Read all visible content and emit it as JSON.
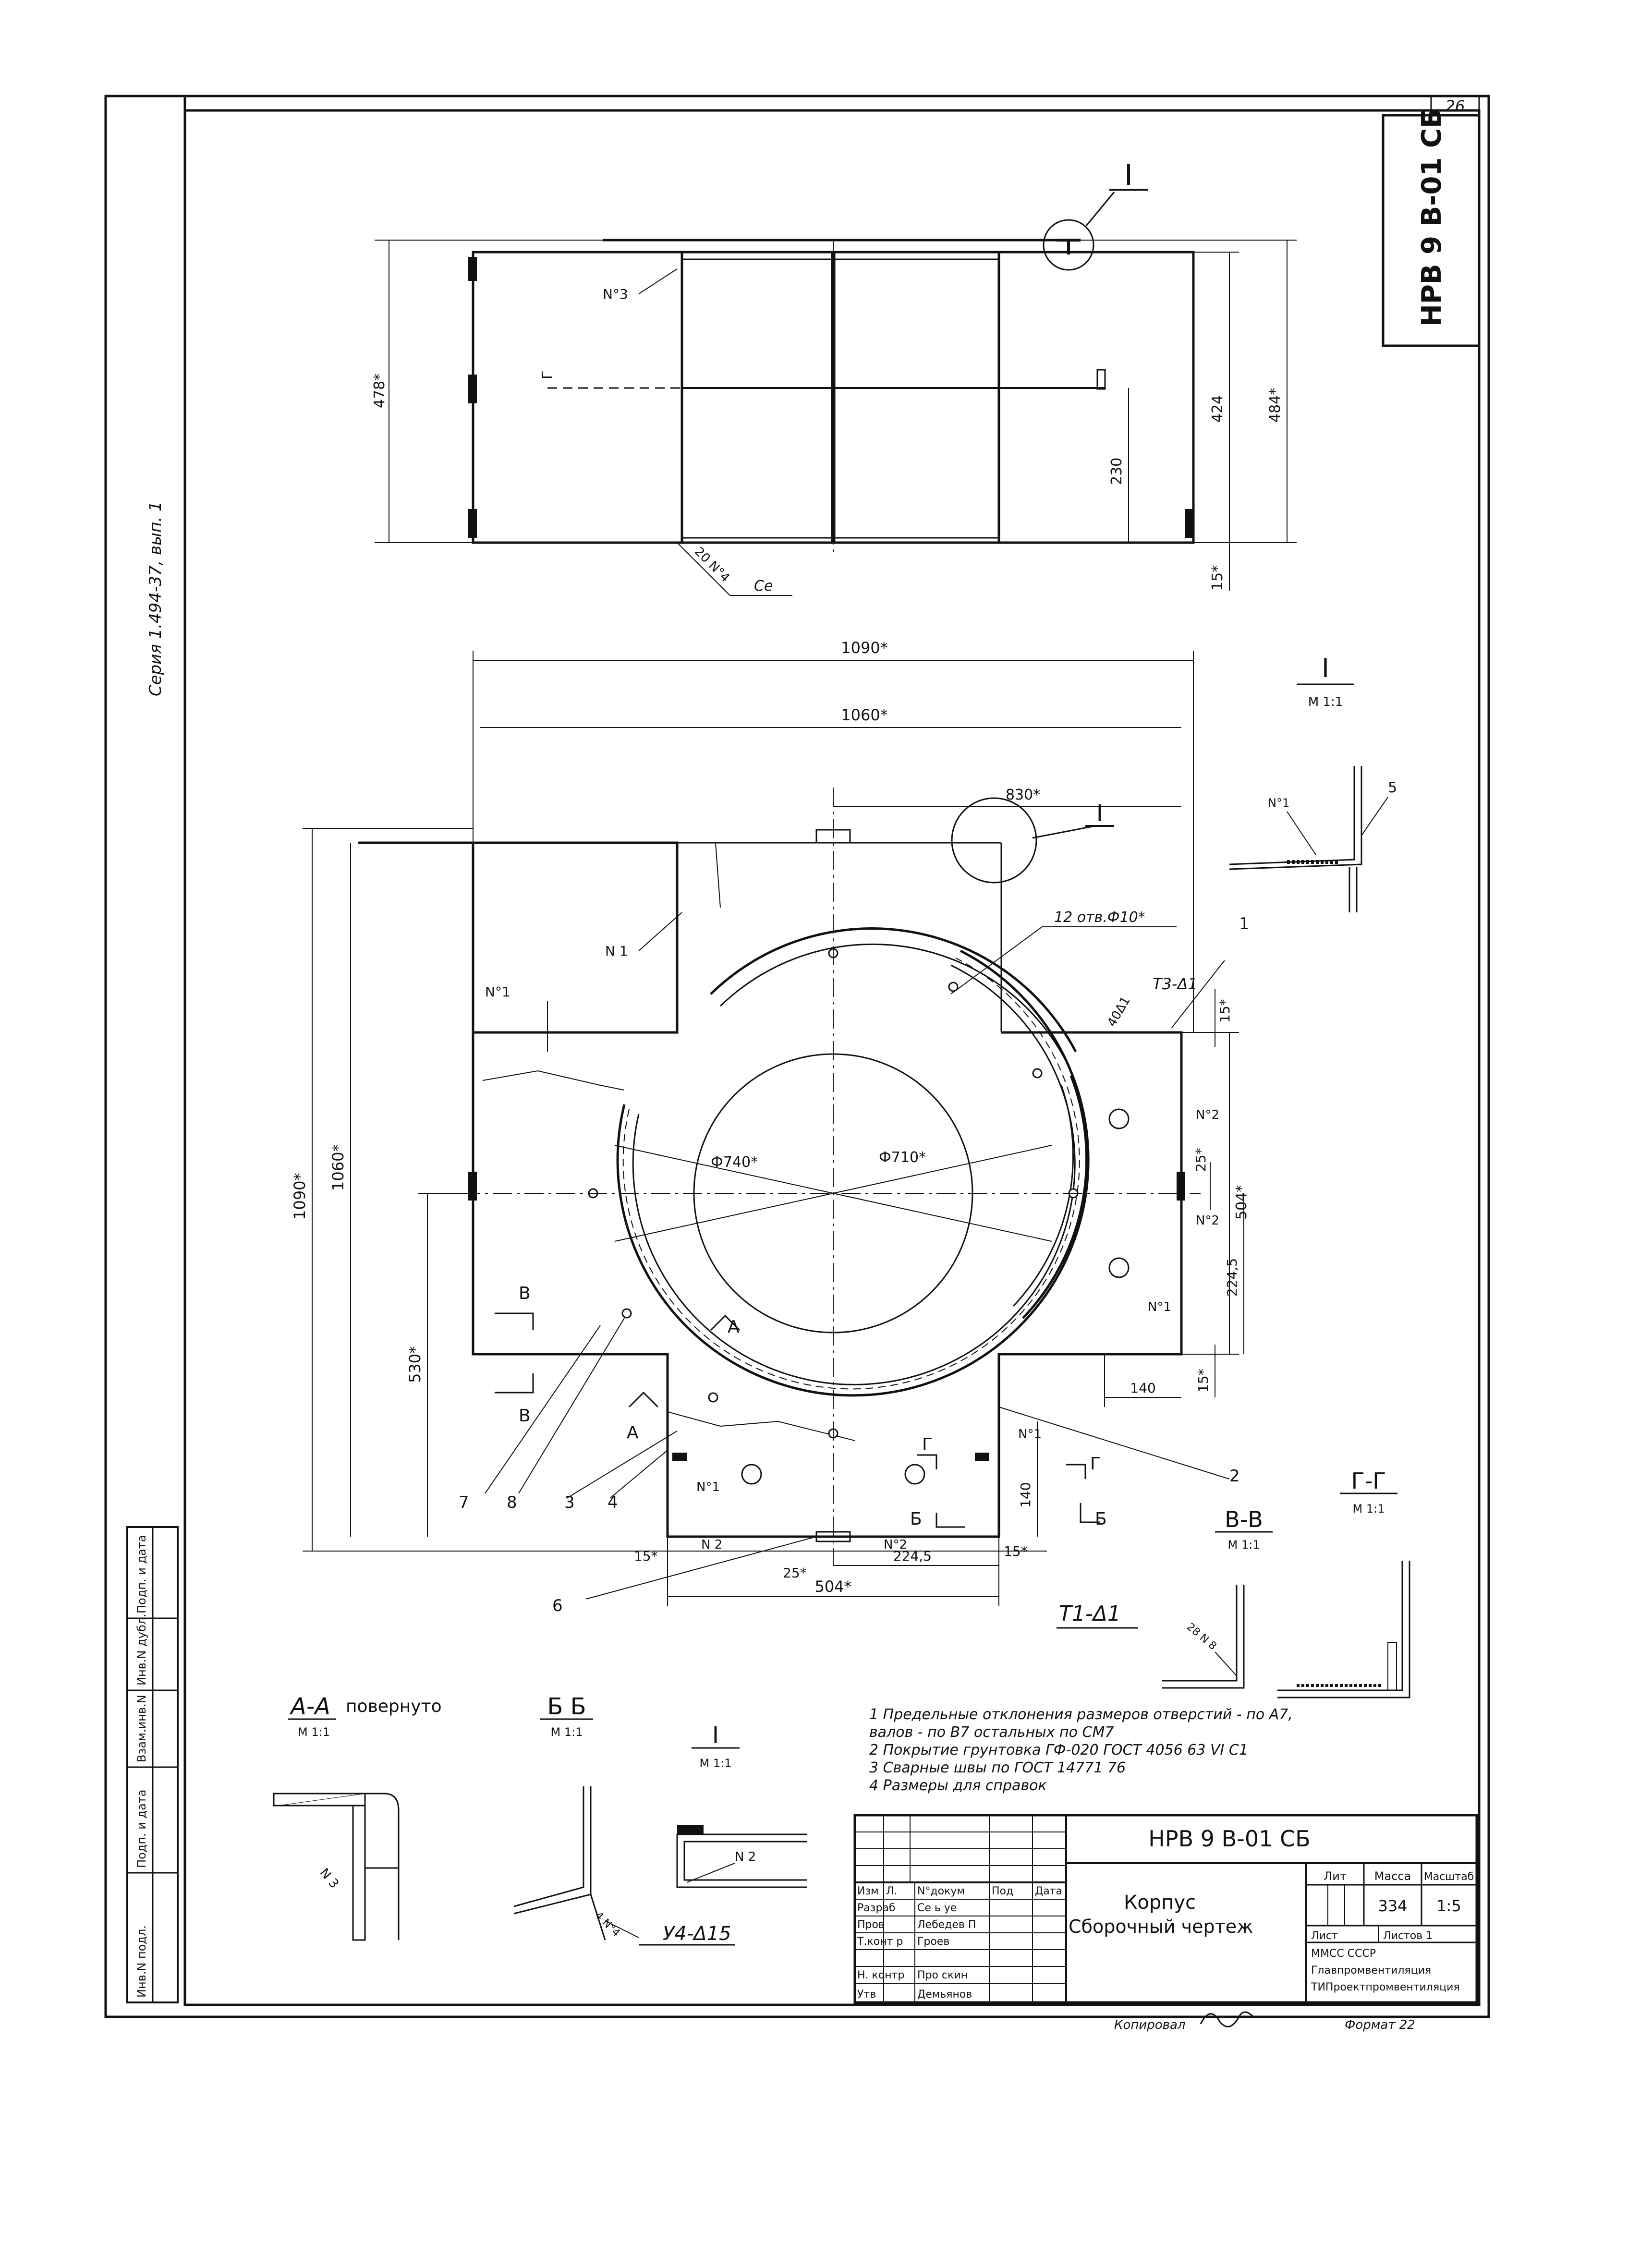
{
  "sheet_number": "26",
  "doc_code_vertical": "НРВ 9 В-01 СБ",
  "series_vertical": "Серия 1.494-37, вып. 1",
  "top_view": {
    "section_marker": "I",
    "dims": [
      "478*",
      "424",
      "484*",
      "230",
      "15*"
    ],
    "labels": [
      "N°3",
      "20 N°4",
      "Сe",
      "Г"
    ]
  },
  "main_view": {
    "dims": {
      "overall_width": "1090*",
      "inner_width": "1060*",
      "offset_830": "830*",
      "height_1090": "1090*",
      "height_1060": "1060*",
      "height_530": "530*",
      "holes": "12 отв.Ф10*",
      "d740": "Ф740*",
      "d710": "Ф710*",
      "d15a": "15*",
      "d25a": "25*",
      "d504a": "504*",
      "d2245a": "224,5",
      "d140a": "140",
      "d15b": "15*",
      "d15c": "15*",
      "d25b": "25*",
      "d2245b": "224,5",
      "d15d": "15*",
      "d504b": "504*",
      "d140b": "140"
    },
    "labels": {
      "sec1": "I",
      "n1a": "N 1",
      "n1b": "N°1",
      "n1c": "N°1",
      "n1d": "N°1",
      "n1e": "N°1",
      "n2a": "N°2",
      "n2b": "N°2",
      "n2c": "N 2",
      "n2d": "N°2",
      "t3": "Т3-Δ1",
      "c40": "40Δ1",
      "pos1": "1",
      "pos2": "2",
      "pos3": "3",
      "pos4": "4",
      "pos6": "6",
      "pos7": "7",
      "pos8": "8",
      "a1": "А",
      "a2": "А",
      "b1": "В",
      "b2": "В",
      "bb1": "Б",
      "bb2": "Б",
      "g1": "Г",
      "g2": "Г"
    }
  },
  "details": {
    "detail_I": {
      "title": "I",
      "scale": "М 1:1",
      "labels": [
        "N°1",
        "5"
      ]
    },
    "detail_BB": {
      "title": "В-В",
      "scale": "М 1:1"
    },
    "detail_GG": {
      "title": "Г-Г",
      "scale": "М 1:1"
    },
    "weld_T1": {
      "label": "Т1-Δ1",
      "leader": "28 N 8"
    },
    "detail_AA": {
      "title": "А-А",
      "note": "повернуто",
      "scale": "М 1:1",
      "label": "N 3"
    },
    "detail_Bb": {
      "title": "Б Б",
      "scale": "М 1:1",
      "label": "4 N°4",
      "weld": "У4-Δ15"
    },
    "detail_I2": {
      "title": "I",
      "scale": "М 1:1",
      "label": "N 2"
    }
  },
  "notes": [
    "1  Предельные отклонения размеров отверстий - по А7,",
    "    валов - по В7 остальных по СМ7",
    "2  Покрытие грунтовка  ГФ-020  ГОСТ 4056 63 VI С1",
    "3  Сварные швы по ГОСТ 14771 76",
    "4  Размеры для справок"
  ],
  "title_block": {
    "designation": "НРВ 9 В-01 СБ",
    "name_line1": "Корпус",
    "name_line2": "Сборочный чертеж",
    "col_litera": "Лит",
    "col_mass": "Масса",
    "col_scale": "Масштаб",
    "mass": "334",
    "scale": "1:5",
    "sheet": "Лист",
    "sheets": "Листов 1",
    "org1": "ММСС          СССР",
    "org2": "Главпромвентиляция",
    "org3": "ТИПроектпромвентиляция",
    "hdr": [
      "Изм",
      "Л.",
      "N°докум",
      "Под",
      "Дата"
    ],
    "rows": [
      [
        "Разраб",
        "Се ь уе"
      ],
      [
        "Пров",
        "Лебедев П"
      ],
      [
        "Т.конт р",
        "Гроев"
      ],
      [
        "",
        ""
      ],
      [
        "Н. контр",
        "Про скин"
      ],
      [
        "Утв",
        "Демьянов"
      ]
    ]
  },
  "footer": {
    "copied": "Копировал",
    "format": "Формат 22"
  },
  "margin_stamp": [
    "Инв.N подл.",
    "Подп. и дата",
    "Взам.инв.N",
    "Инв.N дубл.",
    "Подп. и дата"
  ]
}
